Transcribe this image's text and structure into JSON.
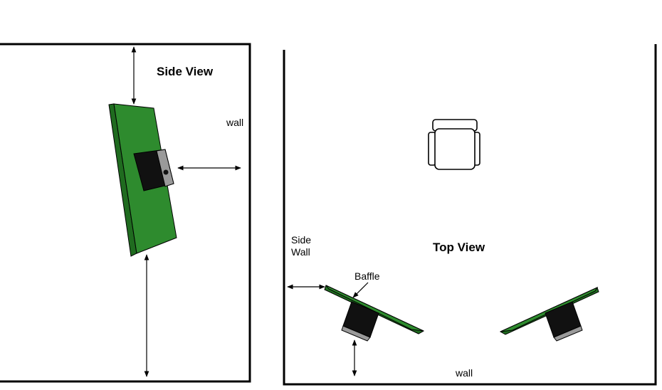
{
  "side_view": {
    "title": "Side View",
    "wall_label": "wall"
  },
  "top_view": {
    "title": "Top View",
    "side_wall_line1": "Side",
    "side_wall_line2": "Wall",
    "baffle_label": "Baffle",
    "wall_label": "wall"
  },
  "colors": {
    "baffle_green": "#2e8b2e",
    "baffle_green_dark": "#1f6b1f",
    "speaker_black": "#111111",
    "speaker_gray": "#9a9a9a",
    "line": "#000000"
  },
  "icons": {
    "chair": "armchair-icon",
    "speaker": "speaker-icon"
  }
}
